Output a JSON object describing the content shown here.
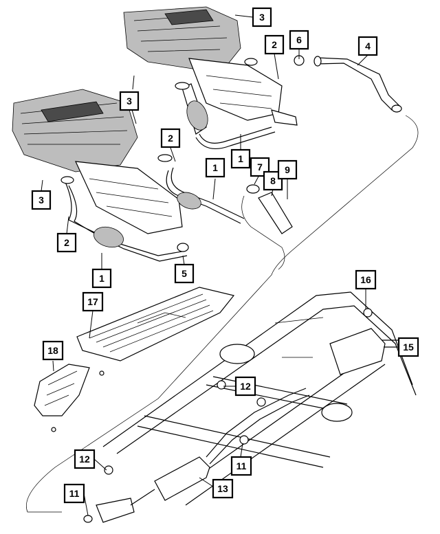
{
  "callouts": [
    {
      "id": "c3a",
      "label": "3"
    },
    {
      "id": "c2a",
      "label": "2"
    },
    {
      "id": "c6",
      "label": "6"
    },
    {
      "id": "c4",
      "label": "4"
    },
    {
      "id": "c3b",
      "label": "3"
    },
    {
      "id": "c2b",
      "label": "2"
    },
    {
      "id": "c1a",
      "label": "1"
    },
    {
      "id": "c1b",
      "label": "1"
    },
    {
      "id": "c7",
      "label": "7"
    },
    {
      "id": "c8",
      "label": "8"
    },
    {
      "id": "c9",
      "label": "9"
    },
    {
      "id": "c3c",
      "label": "3"
    },
    {
      "id": "c2c",
      "label": "2"
    },
    {
      "id": "c1c",
      "label": "1"
    },
    {
      "id": "c5",
      "label": "5"
    },
    {
      "id": "c17",
      "label": "17"
    },
    {
      "id": "c16",
      "label": "16"
    },
    {
      "id": "c15",
      "label": "15"
    },
    {
      "id": "c18",
      "label": "18"
    },
    {
      "id": "c12a",
      "label": "12"
    },
    {
      "id": "c12b",
      "label": "12"
    },
    {
      "id": "c11a",
      "label": "11"
    },
    {
      "id": "c13",
      "label": "13"
    },
    {
      "id": "c11b",
      "label": "11"
    }
  ]
}
